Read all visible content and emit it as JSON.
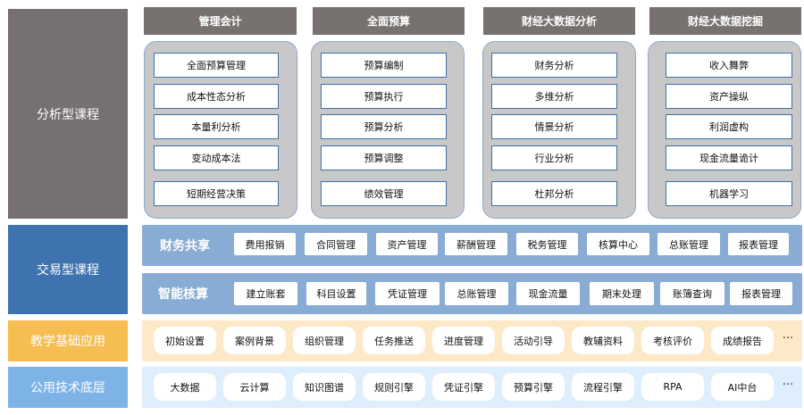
{
  "row_labels": {
    "analysis": "分析型课程",
    "transaction": "交易型课程",
    "teaching": "教学基础应用",
    "tech": "公用技术底层"
  },
  "analysis_columns": [
    {
      "title": "管理会计",
      "items": [
        "全面预算管理",
        "成本性态分析",
        "本量利分析",
        "变动成本法",
        "短期经营决策"
      ]
    },
    {
      "title": "全面预算",
      "items": [
        "预算编制",
        "预算执行",
        "预算分析",
        "预算调整",
        "绩效管理"
      ]
    },
    {
      "title": "财经大数据分析",
      "items": [
        "财务分析",
        "多维分析",
        "情景分析",
        "行业分析",
        "杜邦分析"
      ]
    },
    {
      "title": "财经大数据挖掘",
      "items": [
        "收入舞弊",
        "资产操纵",
        "利润虚构",
        "现金流量诡计",
        "机器学习"
      ]
    }
  ],
  "finance_sharing": {
    "label": "财务共享",
    "items": [
      "费用报销",
      "合同管理",
      "资产管理",
      "薪酬管理",
      "税务管理",
      "核算中心",
      "总账管理",
      "报表管理"
    ]
  },
  "smart_accounting": {
    "label": "智能核算",
    "items": [
      "建立账套",
      "科目设置",
      "凭证管理",
      "总账管理",
      "现金流量",
      "期末处理",
      "账簿查询",
      "报表管理"
    ]
  },
  "teaching_items": [
    "初始设置",
    "案例背景",
    "组织管理",
    "任务推送",
    "进度管理",
    "活动引导",
    "教辅资料",
    "考核评价",
    "成绩报告"
  ],
  "tech_items": [
    "大数据",
    "云计算",
    "知识图谱",
    "规则引擎",
    "凭证引擎",
    "预算引擎",
    "流程引擎",
    "RPA",
    "AI中台"
  ],
  "more_symbol": "···",
  "colors": {
    "analysis_label_bg": "#767170",
    "column_header_bg": "#777270",
    "column_panel_bg": "#c9c8c9",
    "transaction_label_bg": "#3e73b0",
    "transaction_band_bg": "#89acd4",
    "teaching_label_bg": "#f5bd52",
    "teaching_band_bg": "#fde9c8",
    "tech_label_bg": "#7eb3e7",
    "tech_band_bg": "#dfeefc",
    "item_border": "#3f6fa8"
  }
}
